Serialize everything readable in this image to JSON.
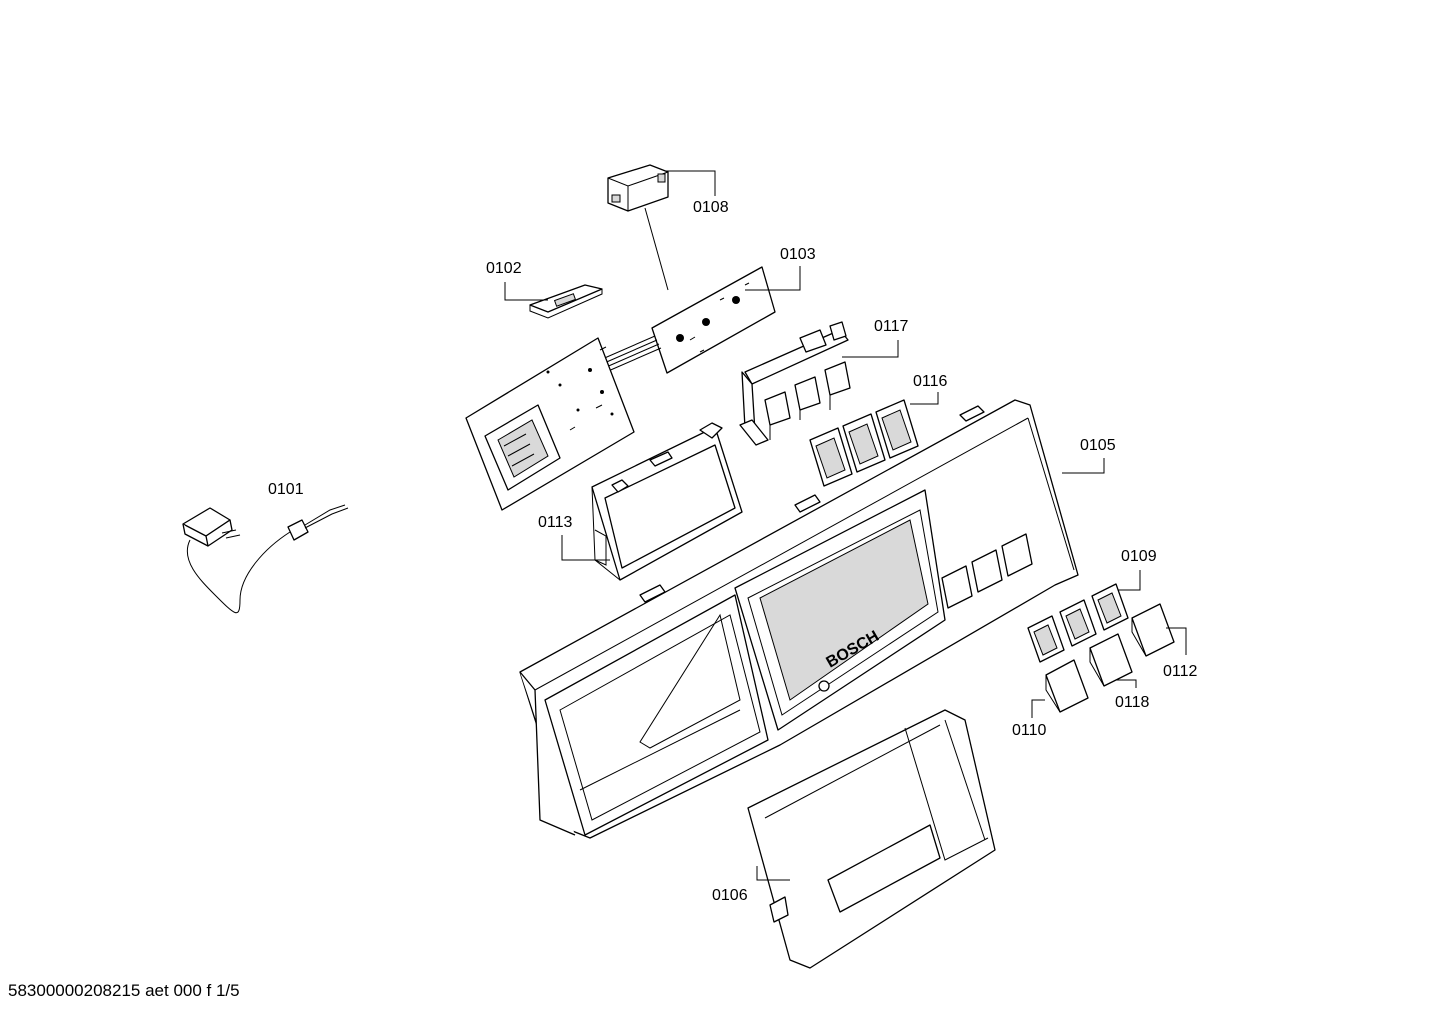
{
  "labels": {
    "p0101": "0101",
    "p0102": "0102",
    "p0103": "0103",
    "p0105": "0105",
    "p0106": "0106",
    "p0108": "0108",
    "p0109": "0109",
    "p0110": "0110",
    "p0112": "0112",
    "p0113": "0113",
    "p0116": "0116",
    "p0117": "0117",
    "p0118": "0118"
  },
  "brand": "BOSCH",
  "footer": "58300000208215 aet 000 f 1/5"
}
